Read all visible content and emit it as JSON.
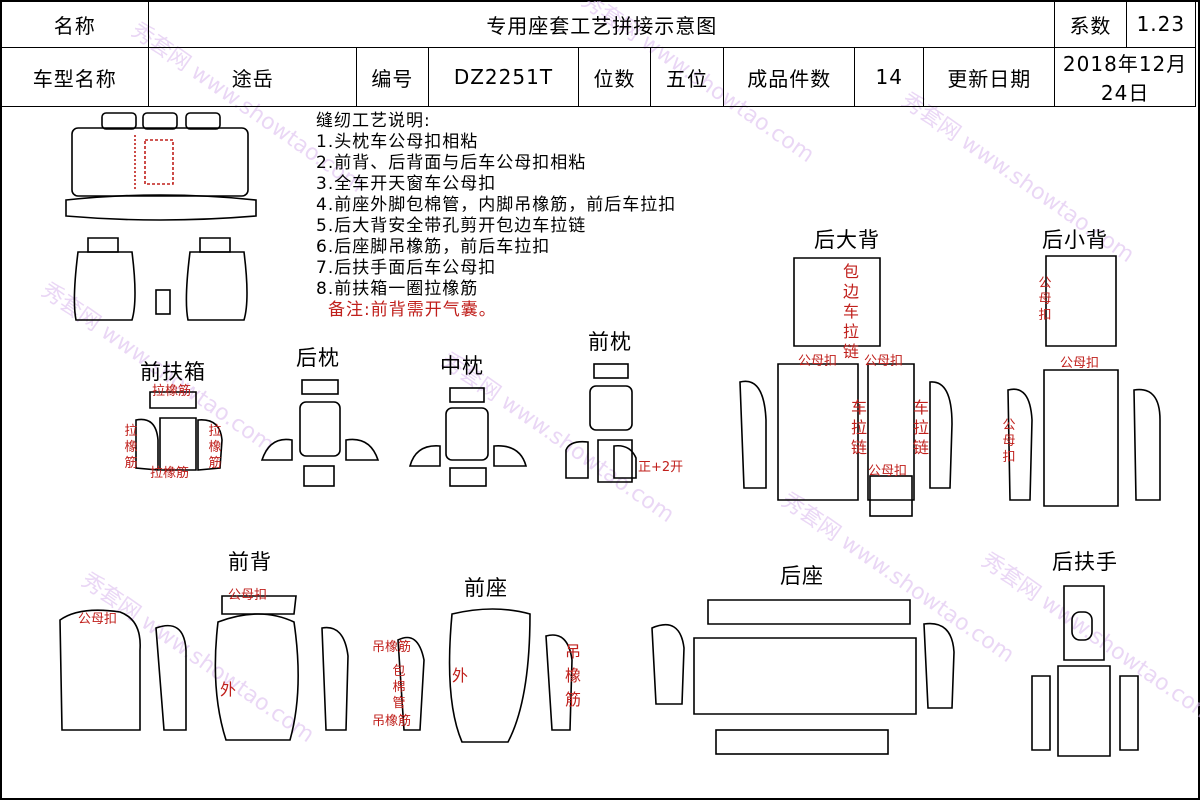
{
  "header": {
    "name_label": "名称",
    "title": "专用座套工艺拼接示意图",
    "coef_label": "系数",
    "coef_value": "1.23",
    "model_label": "车型名称",
    "model_value": "途岳",
    "code_label": "编号",
    "code_value": "DZ2251T",
    "seats_label": "位数",
    "seats_value": "五位",
    "pieces_label": "成品件数",
    "pieces_value": "14",
    "update_label": "更新日期",
    "update_value": "2018年12月24日"
  },
  "notes": {
    "title": "缝纫工艺说明:",
    "items": [
      "1.头枕车公母扣相粘",
      "2.前背、后背面与后车公母扣相粘",
      "3.全车开天窗车公母扣",
      "4.前座外脚包棉管，内脚吊橡筋，前后车拉扣",
      "5.后大背安全带孔剪开包边车拉链",
      "6.后座脚吊橡筋，前后车拉扣",
      "7.后扶手面后车公母扣",
      "8.前扶箱一圈拉橡筋"
    ],
    "remark": "备注:前背需开气囊。"
  },
  "sections": {
    "front_box": "前扶箱",
    "rear_pillow": "后枕",
    "mid_pillow": "中枕",
    "front_pillow": "前枕",
    "rear_big_back": "后大背",
    "rear_small_back": "后小背",
    "front_back": "前背",
    "front_seat": "前座",
    "rear_seat": "后座",
    "rear_armrest": "后扶手"
  },
  "annotations": {
    "pull_elastic": "拉橡筋",
    "pull_elastic_v": "拉橡筋",
    "hook_loop": "公母扣",
    "hook_loop_v": "公母扣",
    "edge_zip_v": "包边车拉链",
    "zip_v": "车拉链",
    "hang_elastic": "吊橡筋",
    "hang_elastic_v": "吊橡筋",
    "cotton_tube_v": "包棉管",
    "outer": "外",
    "cut_open": "正+2开"
  },
  "watermark": "秀套网 www.showtao.com",
  "colors": {
    "ink": "#000000",
    "annotation": "#c0201c",
    "watermark": "#d9b8ee",
    "paper": "#ffffff"
  }
}
